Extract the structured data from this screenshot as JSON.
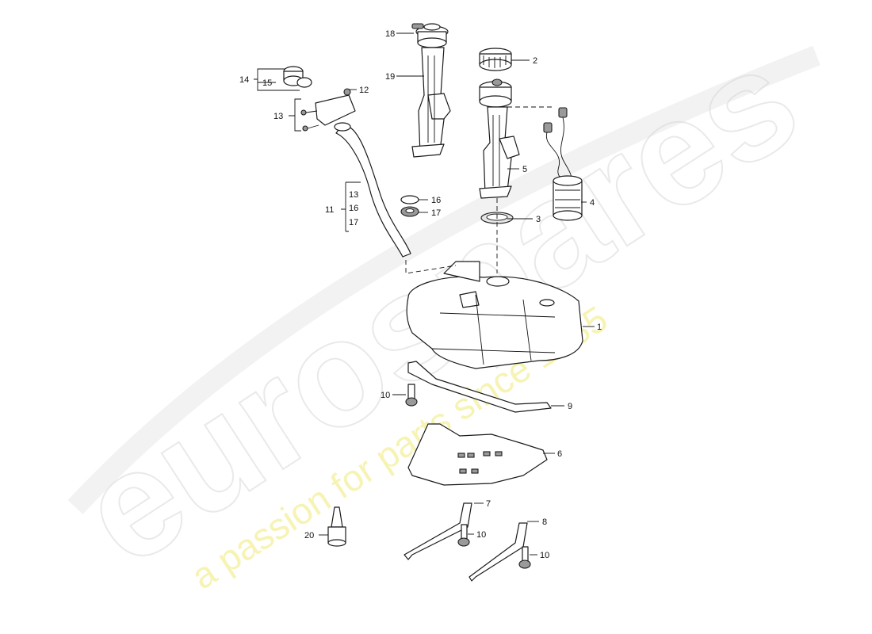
{
  "watermark": {
    "brand": "eurospares",
    "tagline": "a passion for parts since 1985"
  },
  "callouts": {
    "c1": "1",
    "c2": "2",
    "c3": "3",
    "c4": "4",
    "c5": "5",
    "c6": "6",
    "c7": "7",
    "c8": "8",
    "c9": "9",
    "c10a": "10",
    "c10b": "10",
    "c10c": "10",
    "c11": "11",
    "c12": "12",
    "c13a": "13",
    "c13b": "13",
    "c14": "14",
    "c15": "15",
    "c16a": "16",
    "c16b": "16",
    "c17a": "17",
    "c17b": "17",
    "c18": "18",
    "c19": "19",
    "c20": "20"
  }
}
